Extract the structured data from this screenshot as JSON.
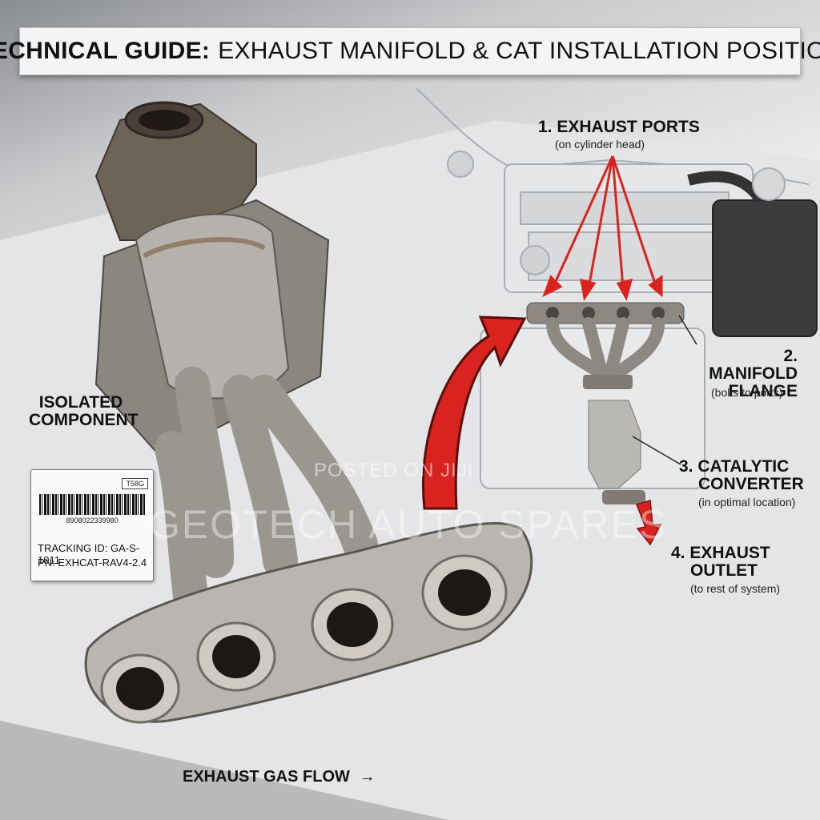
{
  "title": {
    "bold": "TECHNICAL GUIDE:",
    "rest": "EXHAUST MANIFOLD & CAT INSTALLATION POSITION"
  },
  "isolated_label": [
    "ISOLATED",
    "COMPONENT"
  ],
  "callouts": [
    {
      "label": "1. EXHAUST PORTS",
      "note": "(on cylinder head)"
    },
    {
      "label_lines": [
        "2. MANIFOLD",
        "FLANGE"
      ],
      "note": "(bolts to ports)"
    },
    {
      "label_lines": [
        "3. CATALYTIC",
        "CONVERTER"
      ],
      "note": "(in optimal location)"
    },
    {
      "label_lines": [
        "4. EXHAUST",
        "OUTLET"
      ],
      "note": "(to rest of system)"
    }
  ],
  "flow_label": "EXHAUST GAS FLOW",
  "flow_arrow": "→",
  "tag": {
    "code": "T58G",
    "barcode_number": "8908022339980",
    "tracking": "TRACKING ID: GA-S-1011",
    "pn": "PN: EXHCAT-RAV4-2.4"
  },
  "watermarks": {
    "small": "POSTED ON JIJI",
    "large": "GEOTECH AUTO SPARES"
  },
  "colors": {
    "accent_red": "#d9231f",
    "metal": "#9a9690",
    "rust": "#7b5a3c"
  }
}
